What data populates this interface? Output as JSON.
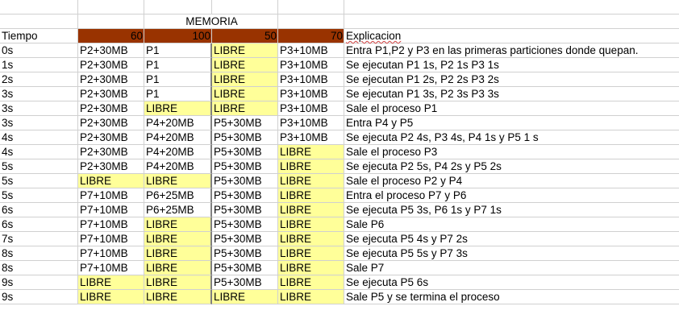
{
  "header": {
    "title": "MEMORIA",
    "label_time": "Tiempo",
    "partitions": [
      "60",
      "100",
      "50",
      "70"
    ],
    "label_explain": "Explicacion"
  },
  "colors": {
    "free_fill": "#ffff99",
    "header_fill": "#993300",
    "grid": "#d0d0d0"
  },
  "rows": [
    {
      "t": "0s",
      "p": [
        "P2+30MB",
        "P1",
        "LIBRE",
        "P3+10MB"
      ],
      "e": "Entra P1,P2 y P3 en las primeras particiones donde quepan."
    },
    {
      "t": "1s",
      "p": [
        "P2+30MB",
        "P1",
        "LIBRE",
        "P3+10MB"
      ],
      "e": "Se ejecutan P1 1s, P2 1s P3 1s"
    },
    {
      "t": "2s",
      "p": [
        "P2+30MB",
        "P1",
        "LIBRE",
        "P3+10MB"
      ],
      "e": "Se ejecutan P1 2s, P2 2s P3 2s"
    },
    {
      "t": "3s",
      "p": [
        "P2+30MB",
        "P1",
        "LIBRE",
        "P3+10MB"
      ],
      "e": "Se ejecutan P1 3s, P2 3s P3 3s"
    },
    {
      "t": "3s",
      "p": [
        "P2+30MB",
        "LIBRE",
        "LIBRE",
        "P3+10MB"
      ],
      "e": "Sale el proceso P1"
    },
    {
      "t": "3s",
      "p": [
        "P2+30MB",
        "P4+20MB",
        "P5+30MB",
        "P3+10MB"
      ],
      "e": "Entra P4 y P5"
    },
    {
      "t": "4s",
      "p": [
        "P2+30MB",
        "P4+20MB",
        "P5+30MB",
        "P3+10MB"
      ],
      "e": "Se ejecuta P2 4s, P3 4s, P4 1s y P5 1 s"
    },
    {
      "t": "4s",
      "p": [
        "P2+30MB",
        "P4+20MB",
        "P5+30MB",
        "LIBRE"
      ],
      "e": "Sale el proceso P3"
    },
    {
      "t": "5s",
      "p": [
        "P2+30MB",
        "P4+20MB",
        "P5+30MB",
        "LIBRE"
      ],
      "e": "Se ejecuta P2 5s, P4 2s y P5 2s"
    },
    {
      "t": "5s",
      "p": [
        "LIBRE",
        "LIBRE",
        "P5+30MB",
        "LIBRE"
      ],
      "e": "Sale el proceso P2 y P4"
    },
    {
      "t": "5s",
      "p": [
        "P7+10MB",
        "P6+25MB",
        "P5+30MB",
        "LIBRE"
      ],
      "e": "Entra el proceso P7 y P6"
    },
    {
      "t": "6s",
      "p": [
        "P7+10MB",
        "P6+25MB",
        "P5+30MB",
        "LIBRE"
      ],
      "e": "Se ejecuta P5 3s, P6 1s y P7 1s"
    },
    {
      "t": "6s",
      "p": [
        "P7+10MB",
        "LIBRE",
        "P5+30MB",
        "LIBRE"
      ],
      "e": "Sale P6"
    },
    {
      "t": "7s",
      "p": [
        "P7+10MB",
        "LIBRE",
        "P5+30MB",
        "LIBRE"
      ],
      "e": "Se ejecuta P5 4s y P7 2s"
    },
    {
      "t": "8s",
      "p": [
        "P7+10MB",
        "LIBRE",
        "P5+30MB",
        "LIBRE"
      ],
      "e": "Se ejecuta P5 5s y P7 3s"
    },
    {
      "t": "8s",
      "p": [
        "P7+10MB",
        "LIBRE",
        "P5+30MB",
        "LIBRE"
      ],
      "e": "Sale P7"
    },
    {
      "t": "9s",
      "p": [
        "LIBRE",
        "LIBRE",
        "P5+30MB",
        "LIBRE"
      ],
      "e": "Se ejecuta P5 6s"
    },
    {
      "t": "9s",
      "p": [
        "LIBRE",
        "LIBRE",
        "LIBRE",
        "LIBRE"
      ],
      "e": "Sale P5 y se termina el proceso"
    }
  ]
}
